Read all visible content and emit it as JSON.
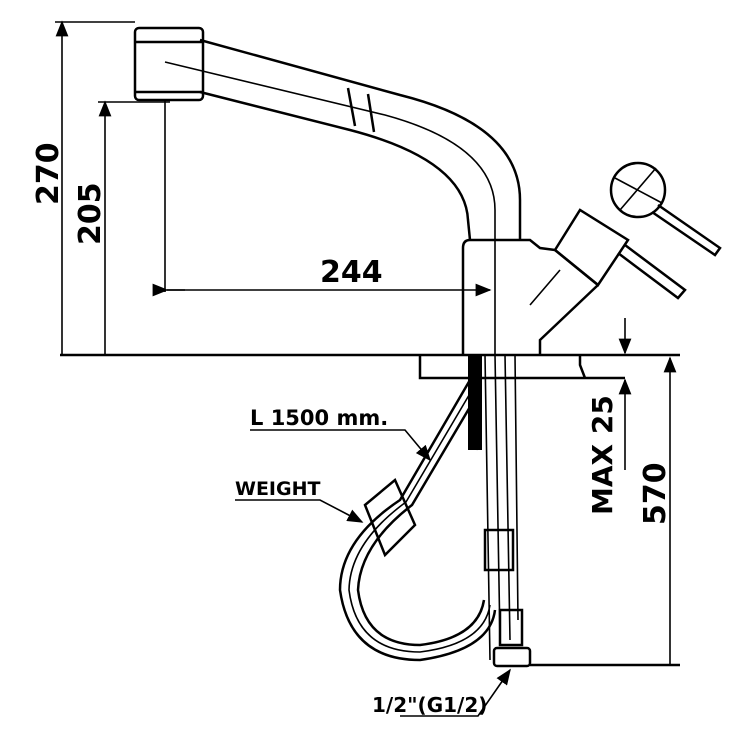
{
  "dimensions": {
    "total_height": "270",
    "spout_height": "205",
    "spout_reach": "244",
    "max_counter_thickness": "MAX 25",
    "under_counter_length": "570"
  },
  "callouts": {
    "hose_length": "L 1500 mm.",
    "weight": "WEIGHT",
    "connection": "1/2\"(G1/2)"
  },
  "colors": {
    "line": "#000000",
    "background": "#ffffff"
  }
}
